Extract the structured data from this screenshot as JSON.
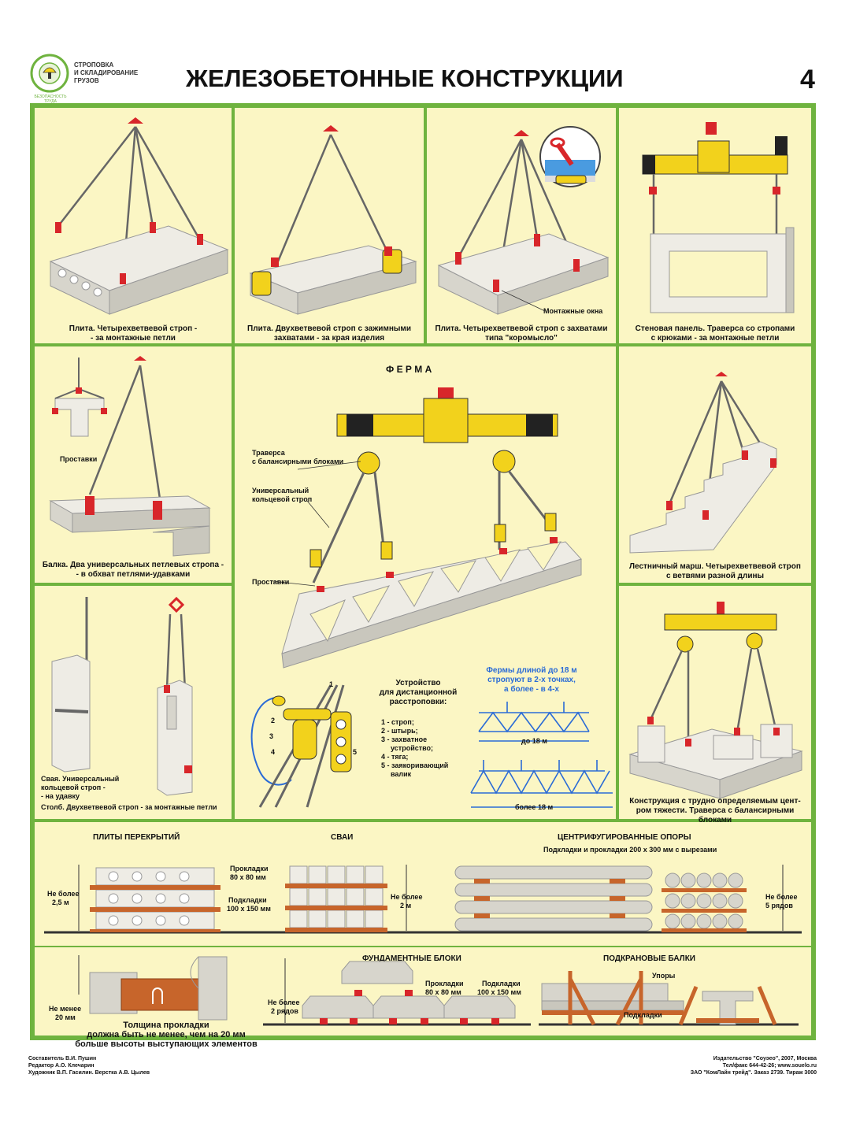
{
  "header": {
    "series": [
      "СТРОПОВКА",
      "И СКЛАДИРОВАНИЕ",
      "ГРУЗОВ"
    ],
    "logo_ring_text": "БЕЗОПАСНОСТЬ ТРУДА",
    "title": "ЖЕЛЕЗОБЕТОННЫЕ КОНСТРУКЦИИ",
    "page_number": "4"
  },
  "panels": {
    "slab4": {
      "caption": [
        "Плита. Четырехветвевой строп -",
        "- за монтажные петли"
      ]
    },
    "slab2": {
      "caption": [
        "Плита. Двухветвевой строп с зажимными",
        "захватами - за края изделия"
      ]
    },
    "slabRocker": {
      "caption": [
        "Плита. Четырехветвевой строп с захватами",
        "типа \"коромысло\""
      ],
      "label_windows": "Монтажные окна"
    },
    "wallPanel": {
      "caption": [
        "Стеновая панель. Траверса со стропами",
        "с крюками - за монтажные петли"
      ]
    },
    "beam": {
      "label_spacers": "Проставки",
      "caption": [
        "Балка. Два универсальных петлевых стропа -",
        "- в обхват петлями-удавками"
      ]
    },
    "truss": {
      "title": "Ф Е Р М А",
      "label_traverse": [
        "Траверса",
        "с балансирными блоками"
      ],
      "label_ring": [
        "Универсальный",
        "кольцевой строп"
      ],
      "label_spacers": "Проставки",
      "device_title": [
        "Устройство",
        "для дистанционной",
        "расстроповки:"
      ],
      "device_items": [
        "1 - строп;",
        "2 - штырь;",
        "3 - захватное",
        "устройство;",
        "4 - тяга;",
        "5 - заякоривающий",
        "валик"
      ],
      "callouts": [
        "1",
        "2",
        "3",
        "4",
        "5"
      ],
      "rule": [
        "Фермы длиной до 18 м",
        "стропуют в 2-х точках,",
        "а более - в 4-х"
      ],
      "dim1": "до 18 м",
      "dim2": "более 18 м"
    },
    "stairs": {
      "caption": [
        "Лестничный марш. Четырехветвевой строп",
        "с ветвями разной длины"
      ]
    },
    "pile": {
      "caption": [
        "Свая. Универсальный",
        "кольцевой строп -",
        "- на удавку",
        "Столб. Двухветвевой строп - за монтажные петли"
      ]
    },
    "cog": {
      "caption": [
        "Конструкция с трудно определяемым цент-",
        "ром тяжести. Траверса с балансирными блоками"
      ]
    }
  },
  "storage": {
    "slabs": {
      "title": "ПЛИТЫ ПЕРЕКРЫТИЙ",
      "max": [
        "Не более",
        "2,5 м"
      ],
      "spacer_a": [
        "Прокладки",
        "80 х 80 мм"
      ],
      "spacer_b": [
        "Подкладки",
        "100 х 150 мм"
      ]
    },
    "piles": {
      "title": "СВАИ",
      "max": [
        "Не более",
        "2 м"
      ]
    },
    "poles": {
      "title": "ЦЕНТРИФУГИРОВАННЫЕ ОПОРЫ",
      "subtitle": "Подкладки и прокладки 200 х 300 мм с вырезами",
      "max": [
        "Не более",
        "5 рядов"
      ]
    },
    "thickness": {
      "min": [
        "Не менее",
        "20 мм"
      ],
      "note": [
        "Толщина прокладки",
        "должна быть не менее, чем на 20 мм",
        "больше высоты выступающих элементов"
      ]
    },
    "blocks": {
      "title": "ФУНДАМЕНТНЫЕ БЛОКИ",
      "max": [
        "Не более",
        "2 рядов"
      ],
      "spacer_a": [
        "Прокладки",
        "80 х 80 мм"
      ],
      "spacer_b": [
        "Подкладки",
        "100 х 150 мм"
      ]
    },
    "crane": {
      "title": "ПОДКРАНОВЫЕ БАЛКИ",
      "stops": "Упоры",
      "pads": "Подкладки"
    }
  },
  "footer": {
    "left": [
      "Составитель В.И. Пушин",
      "Редактор А.О. Клечарин",
      "Художник В.П. Гасилин. Верстка А.В. Цылев"
    ],
    "right": [
      "Издательство \"Соуэео\", 2007, Москва",
      "Тел/факс 644-42-26; www.souelo.ru",
      "ЗАО \"КомЛайн трейд\". Заказ 2739. Тираж 3000"
    ]
  },
  "colors": {
    "frame": "#6fb33f",
    "panel": "#fbf6c4",
    "yellow": "#f2d21c",
    "red": "#d8262a",
    "blue": "#2a6bd6",
    "wood": "#c7652b",
    "concrete": "#e8e6df"
  }
}
